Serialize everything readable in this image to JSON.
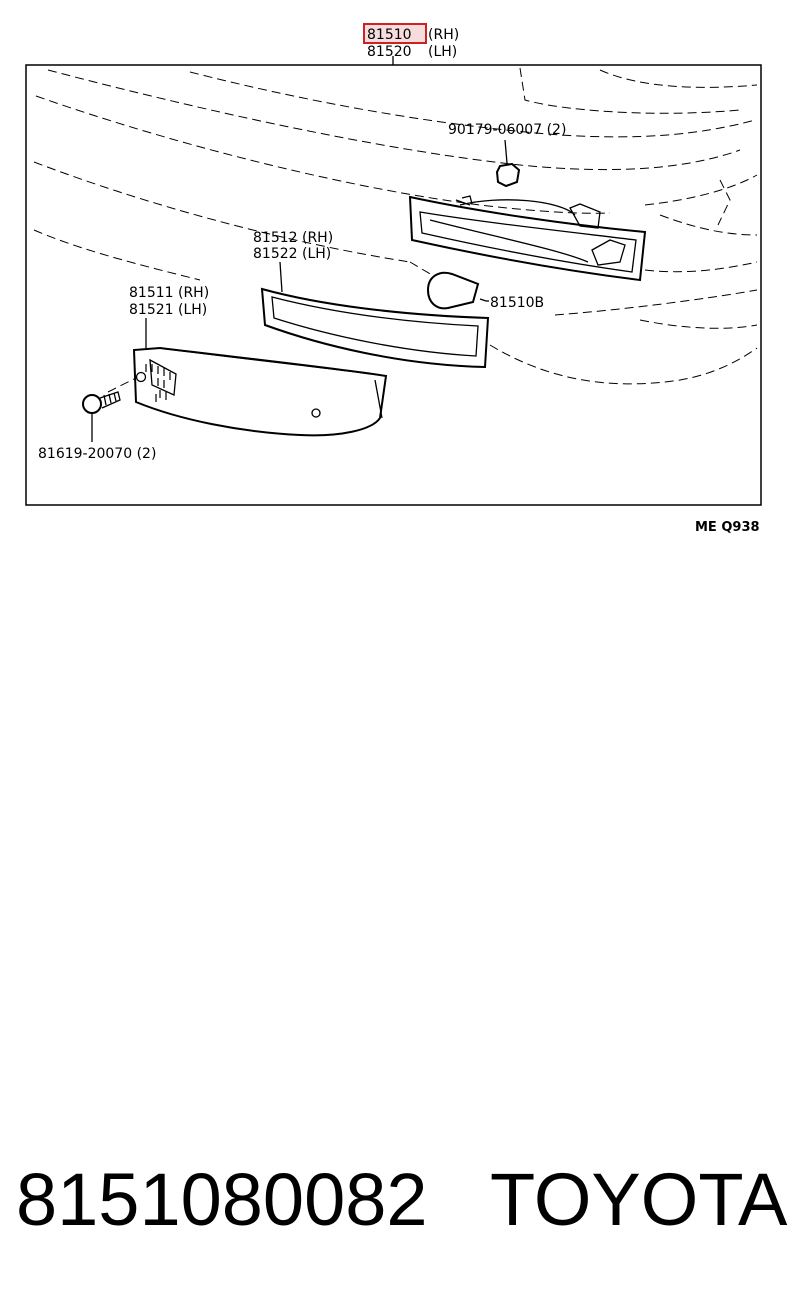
{
  "diagram": {
    "top_label": {
      "code_rh": "81510",
      "side_rh": "(RH)",
      "code_lh": "81520",
      "side_lh": "(LH)",
      "highlight_color": "#cc2222"
    },
    "nut_label": "90179-06007 (2)",
    "gasket_label_rh": "81512 (RH)",
    "gasket_label_lh": "81522 (LH)",
    "bulb_label": "81510B",
    "lens_label_rh": "81511 (RH)",
    "lens_label_lh": "81521 (LH)",
    "screw_label": "81619-20070 (2)",
    "figure_code": "ME Q938"
  },
  "footer": {
    "part_number": "8151080082",
    "brand": "TOYOTA"
  }
}
